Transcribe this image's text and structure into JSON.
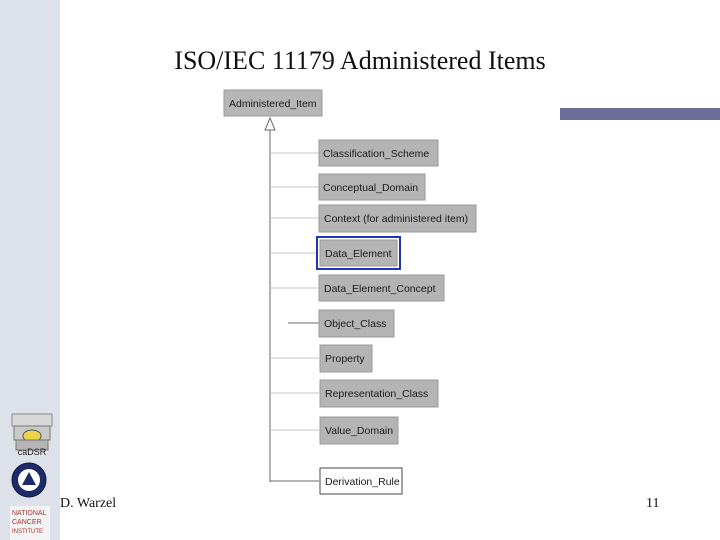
{
  "slide": {
    "title": "ISO/IEC 11179  Administered Items",
    "author": "D. Warzel",
    "page_number": "11"
  },
  "diagram": {
    "root": "Administered_Item",
    "children": [
      {
        "label": "Classification_Scheme"
      },
      {
        "label": "Conceptual_Domain"
      },
      {
        "label": "Context (for administered item)"
      },
      {
        "label": "Data_Element",
        "selected": true
      },
      {
        "label": "Data_Element_Concept"
      },
      {
        "label": "Object_Class"
      },
      {
        "label": "Property"
      },
      {
        "label": "Representation_Class"
      },
      {
        "label": "Value_Domain"
      },
      {
        "label": "Derivation_Rule"
      }
    ]
  },
  "logos": {
    "cadsr": "caDSR",
    "nci": "NATIONAL CANCER INSTITUTE"
  },
  "colors": {
    "left_bar": "#dde2ea",
    "stripe": "#6b6e9a",
    "node_fill": "#b4b4b4",
    "selection": "#2233bb"
  }
}
